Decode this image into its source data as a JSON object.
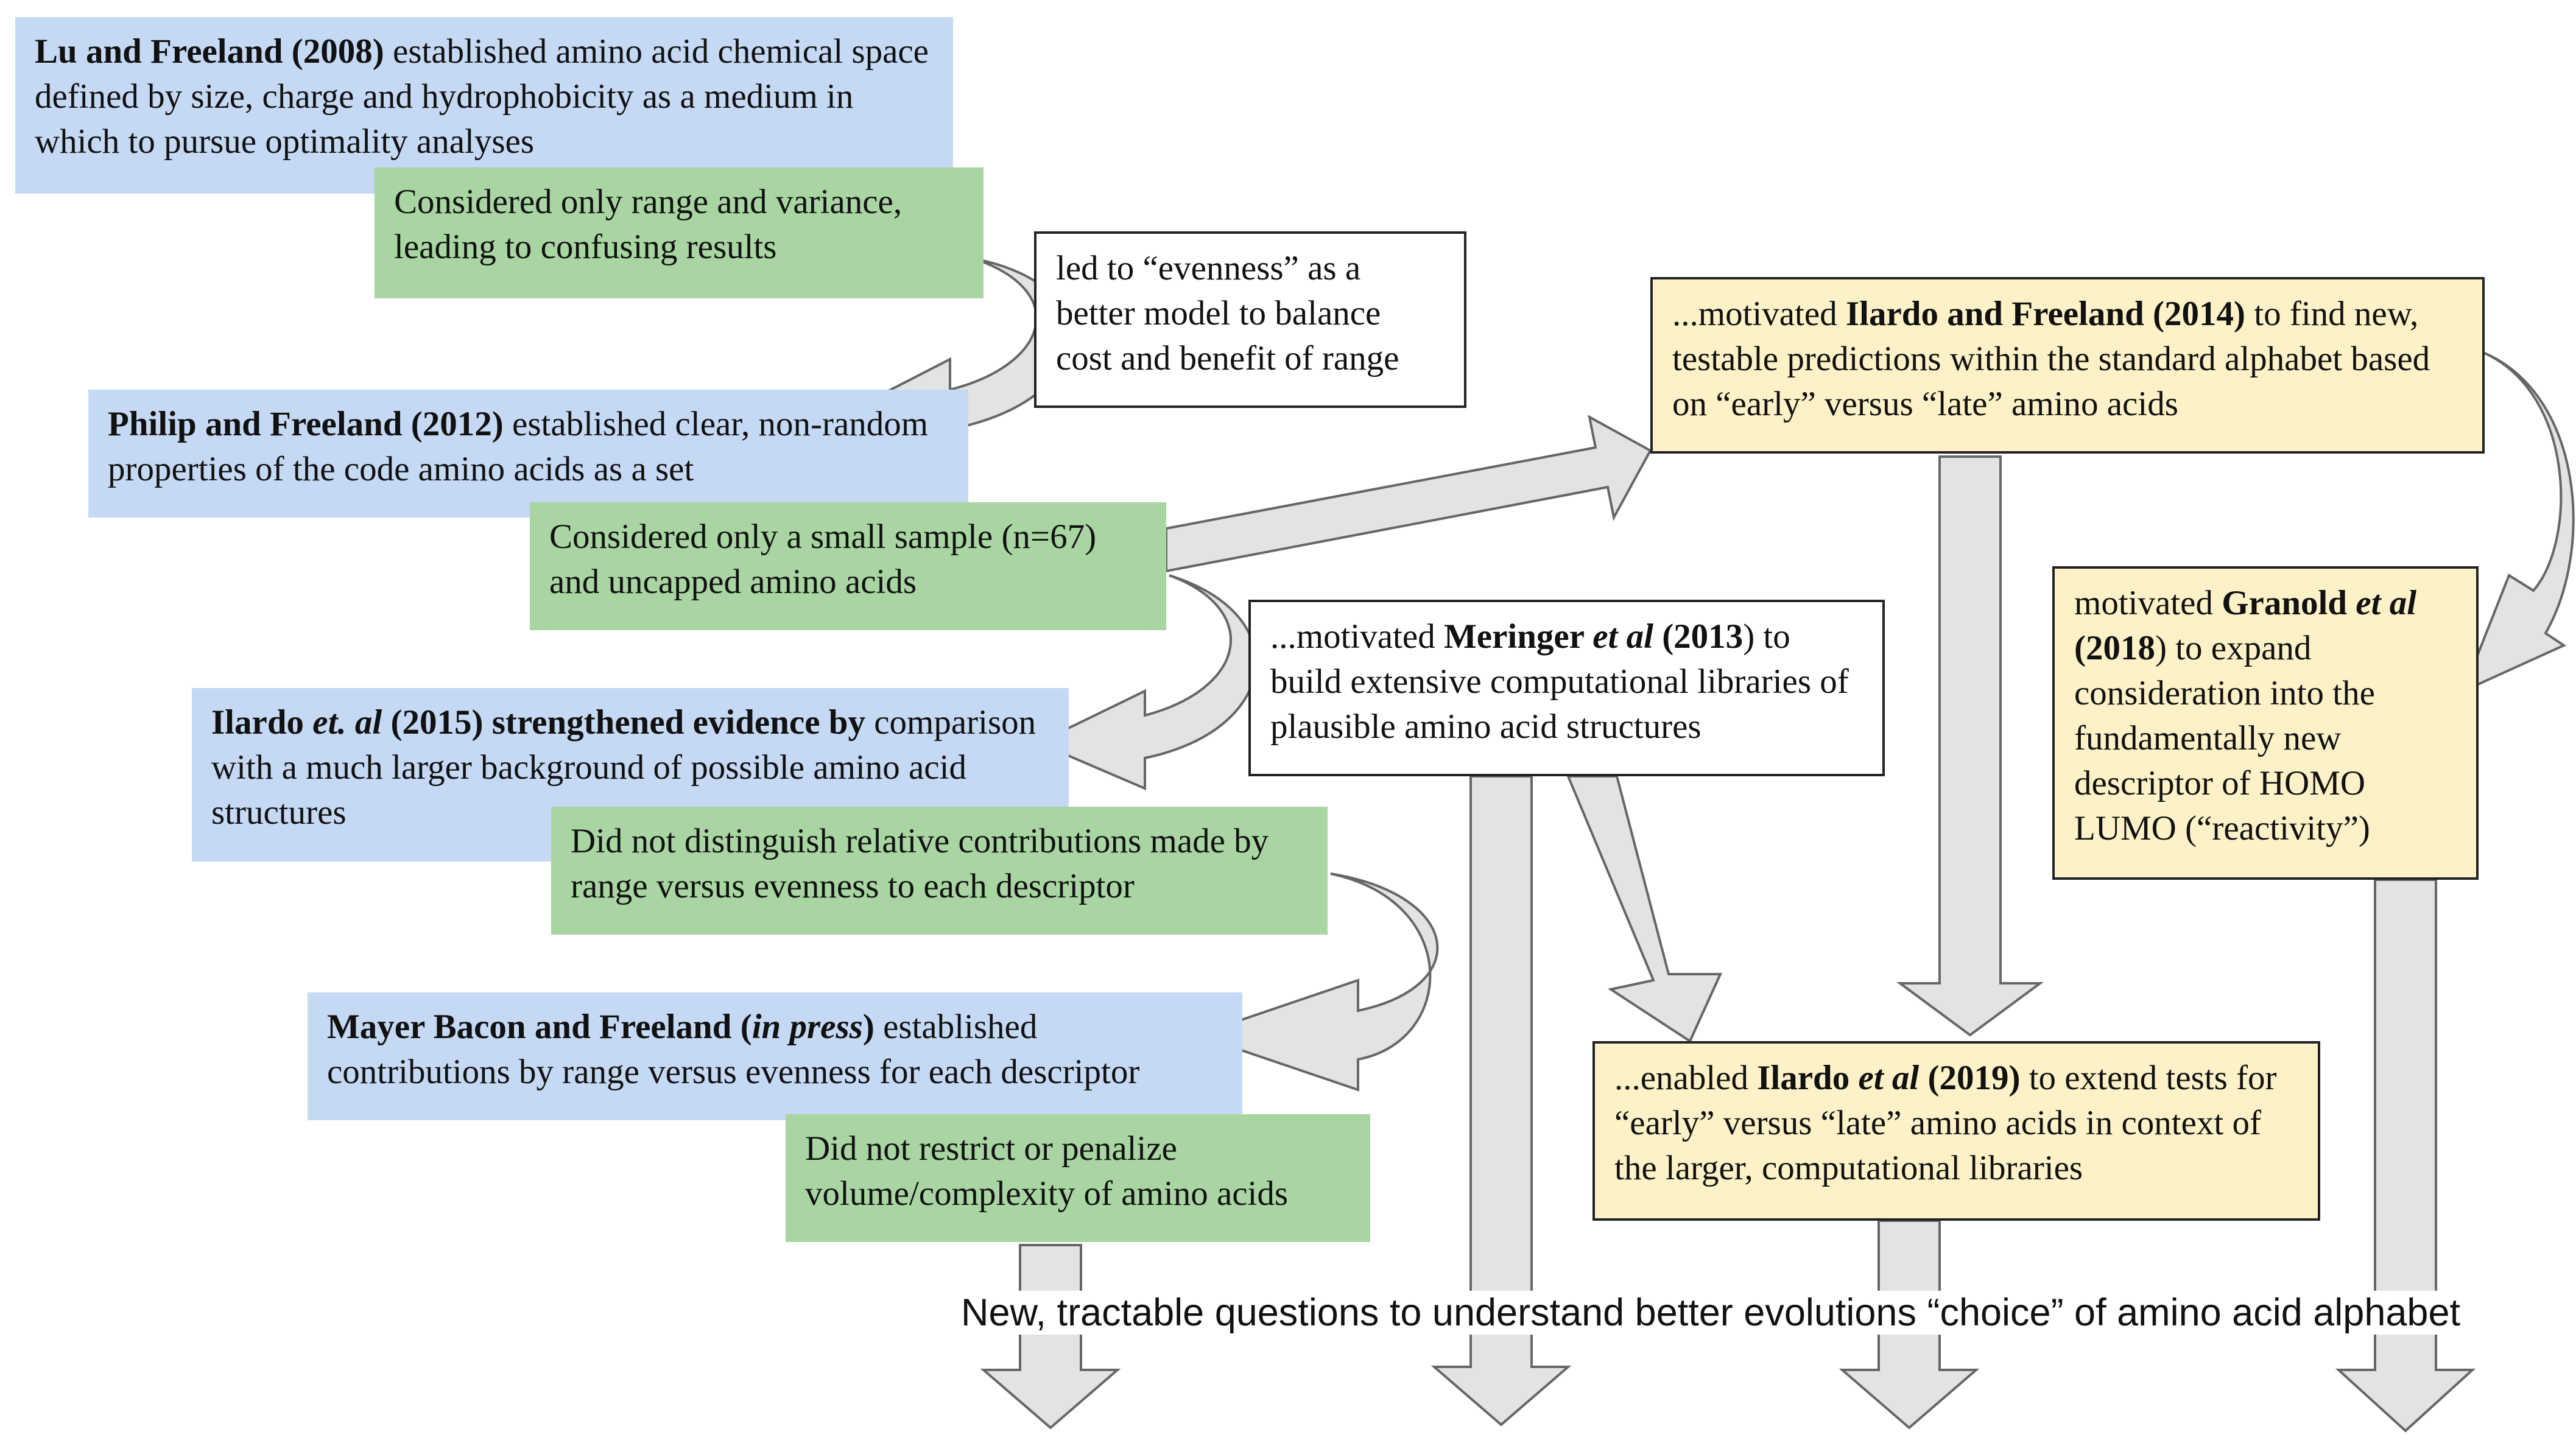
{
  "boxes": {
    "lu": {
      "bold": "Lu and Freeland (2008)",
      "rest": " established amino acid chemical space defined by size, charge and hydrophobicity as a medium in which to pursue optimality analyses"
    },
    "lu_limit": "Considered only range and variance, leading to confusing results",
    "evenness": "led to “evenness” as a better model to balance cost and benefit of range",
    "philip": {
      "bold": "Philip and Freeland (2012)",
      "rest": " established clear, non-random properties of the code amino acids as a set"
    },
    "philip_limit": "Considered only a small sample (n=67) and uncapped amino acids",
    "ilardo2015": {
      "bold_a": "Ilardo ",
      "italic": "et. al",
      "bold_b": " (2015) strengthened evidence by",
      "rest": " comparison with a much larger background of possible amino acid structures"
    },
    "ilardo2015_limit": "Did not distinguish relative contributions made by range versus evenness to each descriptor",
    "mayer": {
      "bold_a": "Mayer Bacon and Freeland (",
      "italic": "in press",
      "bold_b": ")",
      "rest": " established contributions by range versus evenness for each descriptor"
    },
    "mayer_limit": "Did not restrict or penalize volume/complexity of amino acids",
    "meringer": {
      "pre": "...motivated ",
      "bold_a": "Meringer ",
      "italic": "et al",
      "bold_b": " (2013",
      "rest": ") to build extensive computational libraries of plausible amino acid structures"
    },
    "ilardo2014": {
      "pre": "...motivated ",
      "bold": "Ilardo and Freeland (2014)",
      "rest": " to find new, testable predictions within the standard alphabet based on “early” versus “late” amino acids"
    },
    "granold": {
      "pre": "motivated ",
      "bold_a": "Granold ",
      "italic": "et al",
      "bold_b": " (2018",
      "rest": ") to expand consideration into the fundamentally new descriptor of HOMO LUMO (“reactivity”)"
    },
    "ilardo2019": {
      "pre": "...enabled ",
      "bold_a": "Ilardo ",
      "italic": "et al",
      "bold_b": " (2019)",
      "rest": " to extend tests for “early” versus “late” amino acids in context of the larger, computational libraries"
    }
  },
  "caption": "New, tractable questions to understand better evolutions “choice” of amino acid alphabet",
  "colors": {
    "blue": "#c5d9f4",
    "green": "#a8d5a2",
    "yellow": "#fdf1c7",
    "arrow_fill": "#e3e3e3",
    "arrow_shade": "#b3b3b3"
  }
}
